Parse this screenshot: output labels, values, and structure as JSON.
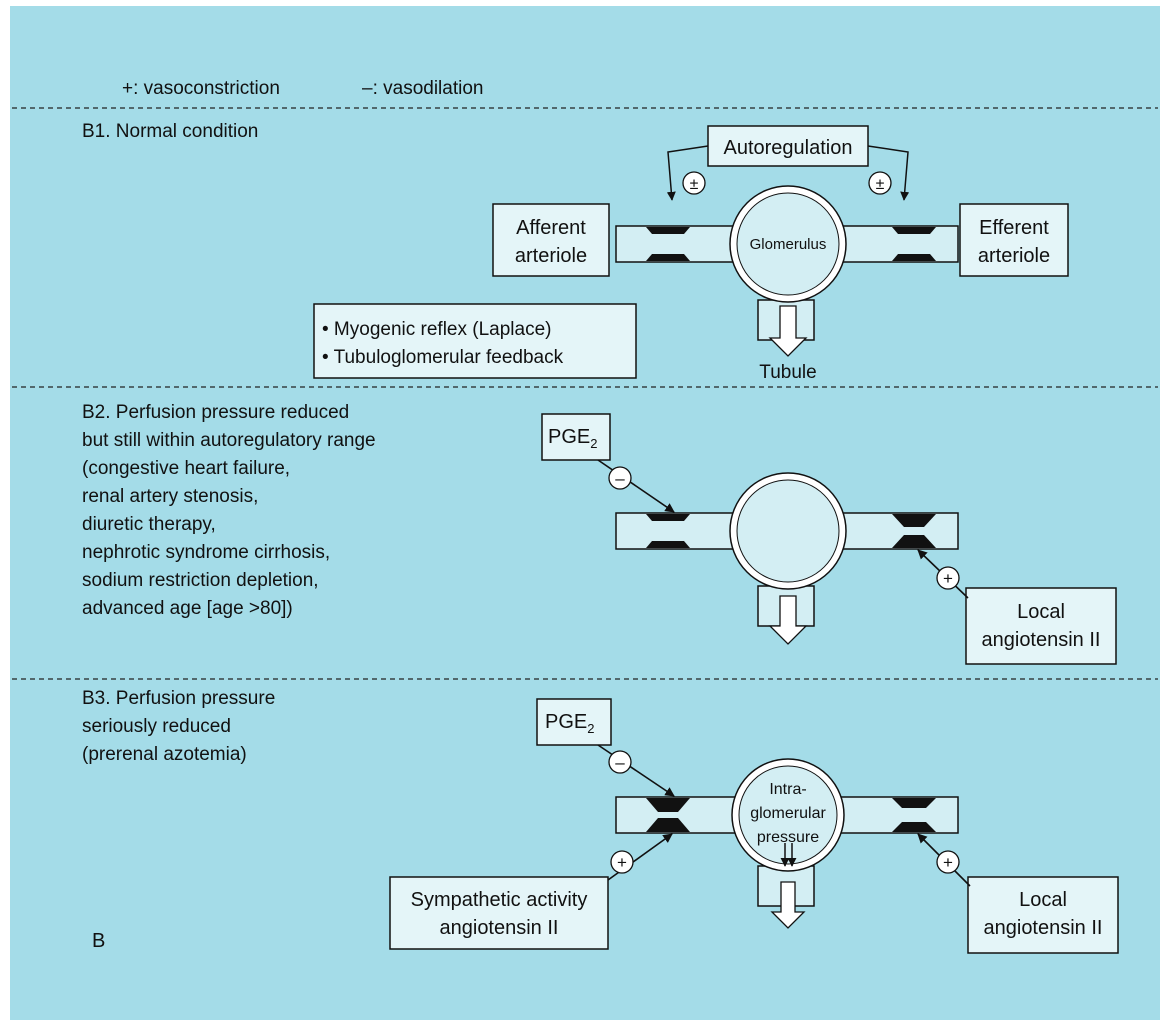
{
  "colors": {
    "panel": "#a4dce8",
    "tube": "#d3eef3",
    "ink": "#111111",
    "box": "#e4f5f8"
  },
  "legend": {
    "constriction": "+: vasoconstriction",
    "dilation": "–: vasodilation"
  },
  "b1": {
    "title": "B1.  Normal condition",
    "autoregulation": "Autoregulation",
    "afferent": [
      "Afferent",
      "arteriole"
    ],
    "efferent": [
      "Efferent",
      "arteriole"
    ],
    "glomerulus": "Glomerulus",
    "mechanisms": [
      "• Myogenic reflex (Laplace)",
      "• Tubuloglomerular feedback"
    ],
    "tubule": "Tubule",
    "sign": "±"
  },
  "b2": {
    "title": [
      "B2.  Perfusion pressure reduced",
      "but still within autoregulatory range",
      "(congestive heart failure,",
      "renal artery stenosis,",
      "diuretic therapy,",
      "nephrotic syndrome cirrhosis,",
      "sodium restriction depletion,",
      "advanced age [age >80])"
    ],
    "pge": "PGE",
    "pge_sub": "2",
    "pge_sign": "–",
    "angiotensin": [
      "Local",
      "angiotensin II"
    ],
    "ang_sign": "+"
  },
  "b3": {
    "title": [
      "B3.  Perfusion pressure",
      "seriously reduced",
      "(prerenal azotemia)"
    ],
    "pge": "PGE",
    "pge_sub": "2",
    "pge_sign": "–",
    "glomerular": [
      "Intra-",
      "glomerular",
      "pressure"
    ],
    "sympathetic": [
      "Sympathetic activity",
      "angiotensin II"
    ],
    "sym_sign": "+",
    "angiotensin": [
      "Local",
      "angiotensin II"
    ],
    "ang_sign": "+"
  },
  "panel_label": "B"
}
